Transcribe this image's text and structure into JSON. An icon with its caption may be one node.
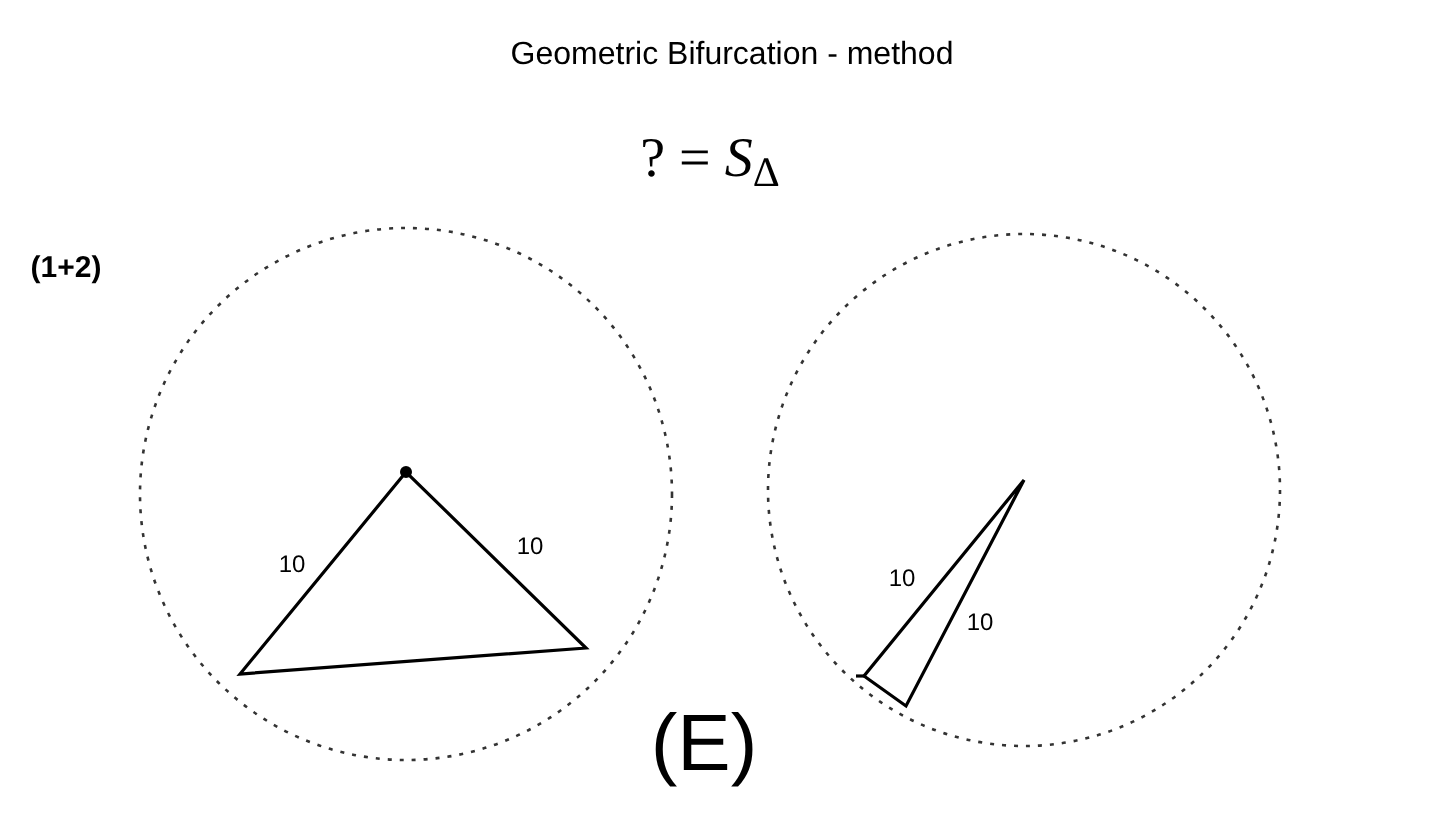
{
  "diagram": {
    "title": "Geometric Bifurcation - method",
    "labels": [
      "? = *S*$_{Δ}$",
      "(1+2)",
      "10",
      "10",
      "10",
      "10",
      "(E)"
    ]
  }
}
